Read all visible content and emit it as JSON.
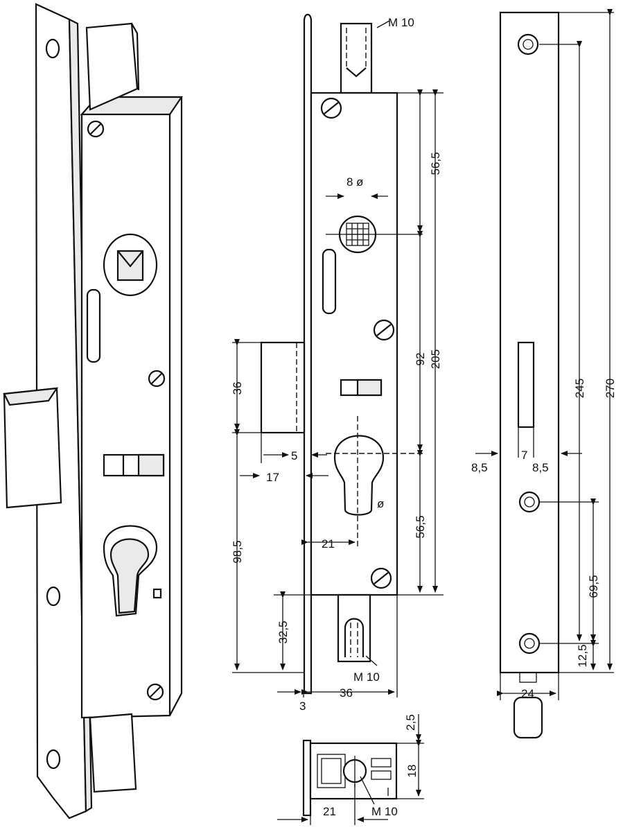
{
  "labels": {
    "thread_top": "M 10",
    "thread_bottom": "M 10",
    "thread_section": "M 10",
    "dim_56_5_top": "56,5",
    "dim_92": "92",
    "dim_205": "205",
    "dim_56_5_low": "56,5",
    "dim_8": "8",
    "dim_8_suffix": "ø",
    "dim_8_symbol": "ø",
    "dim_36_latch": "36",
    "dim_5": "5",
    "dim_17": "17",
    "dim_21": "21",
    "dim_98_5": "98,5",
    "dim_32_5": "32,5",
    "dim_3": "3",
    "dim_36_case": "36",
    "dim_2_5": "2,5",
    "dim_18": "18",
    "dim_21_section": "21",
    "dim_245": "245",
    "dim_270": "270",
    "dim_7": "7",
    "dim_8_5_left": "8,5",
    "dim_8_5_right": "8,5",
    "dim_69_5": "69,5",
    "dim_12_5": "12,5",
    "dim_24": "24"
  }
}
